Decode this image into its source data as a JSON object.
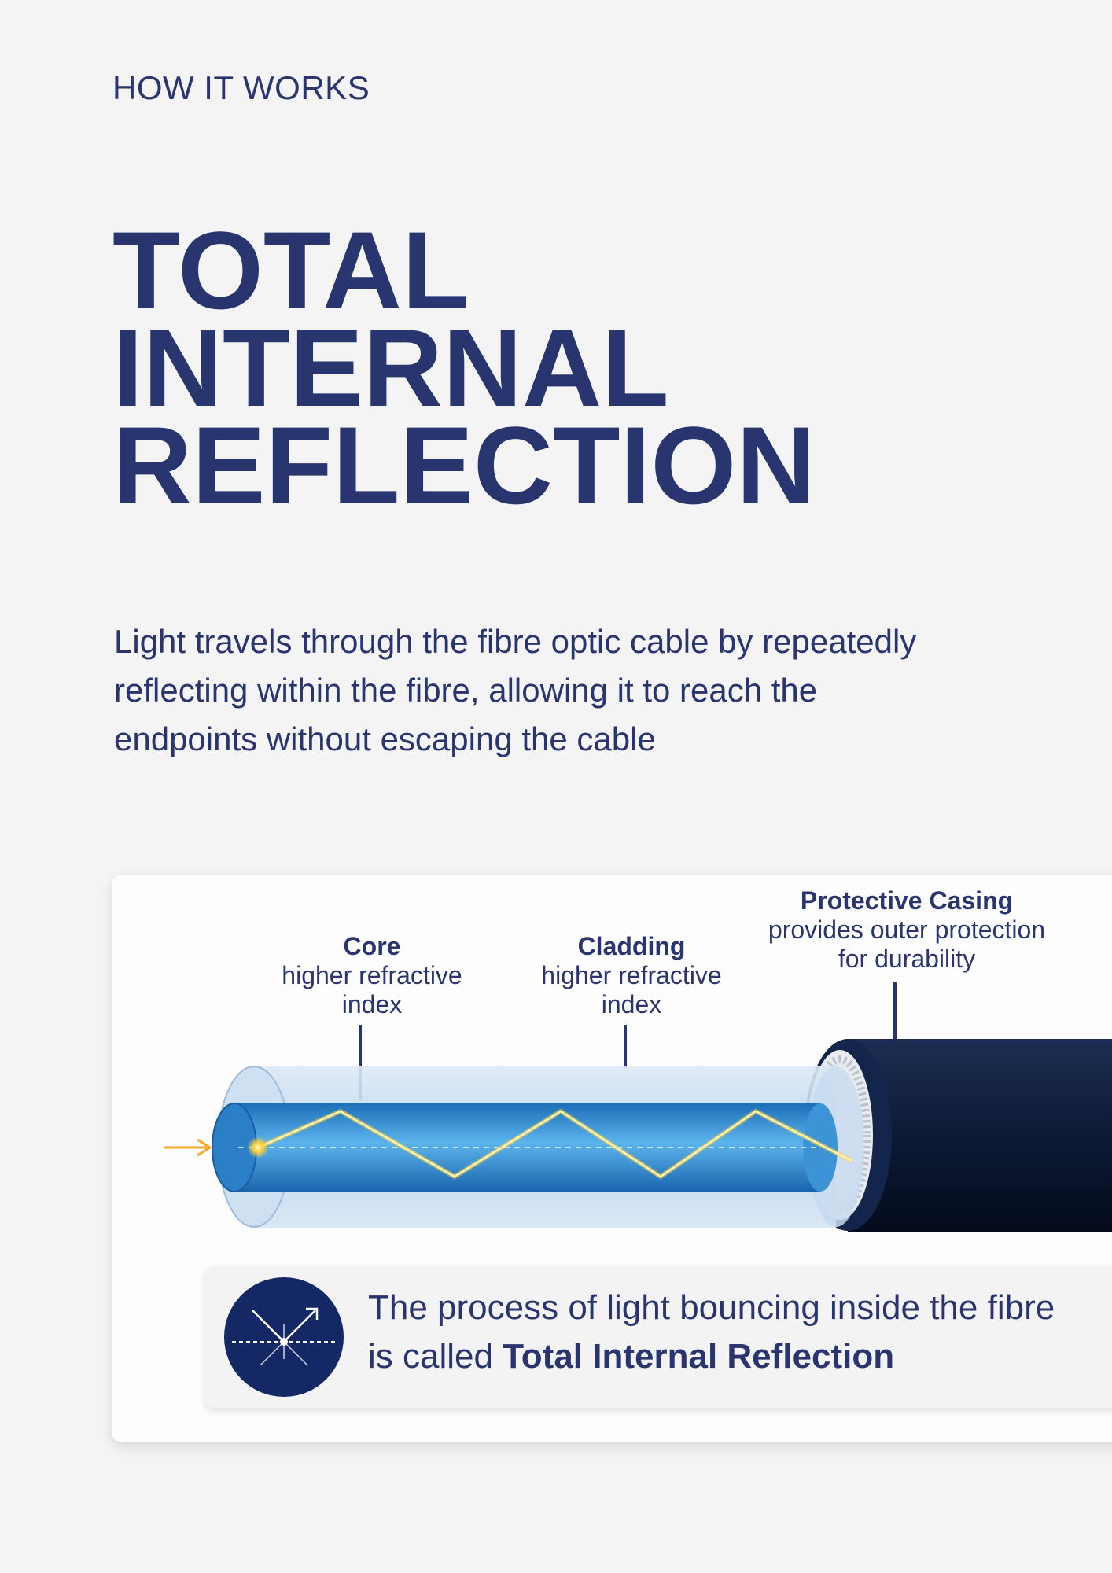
{
  "header": {
    "eyebrow": "HOW IT WORKS"
  },
  "title": {
    "line1": "TOTAL",
    "line2": "INTERNAL",
    "line3": "REFLECTION"
  },
  "lead": "Light travels through the fibre optic cable by repeatedly reflecting within the fibre, allowing it to reach the endpoints without escaping the cable",
  "diagram": {
    "labels": {
      "core": {
        "name": "Core",
        "desc_line1": "higher refractive",
        "desc_line2": "index"
      },
      "cladding": {
        "name": "Cladding",
        "desc_line1": "higher refractive",
        "desc_line2": "index"
      },
      "casing": {
        "name": "Protective Casing",
        "desc_line1": "provides outer protection",
        "desc_line2": "for durability"
      }
    },
    "icons": [
      "light-input-arrow-icon",
      "light-path-icon",
      "reflection-icon"
    ]
  },
  "note": {
    "text_before": "The process of light bouncing inside the fibre is called ",
    "text_bold": "Total Internal Reflection"
  },
  "colors": {
    "navy": "#28356e",
    "background": "#f4f4f4",
    "core_blue": "#2f8fd6",
    "light_path": "#ffd23a",
    "casing": "#0c1a35"
  }
}
